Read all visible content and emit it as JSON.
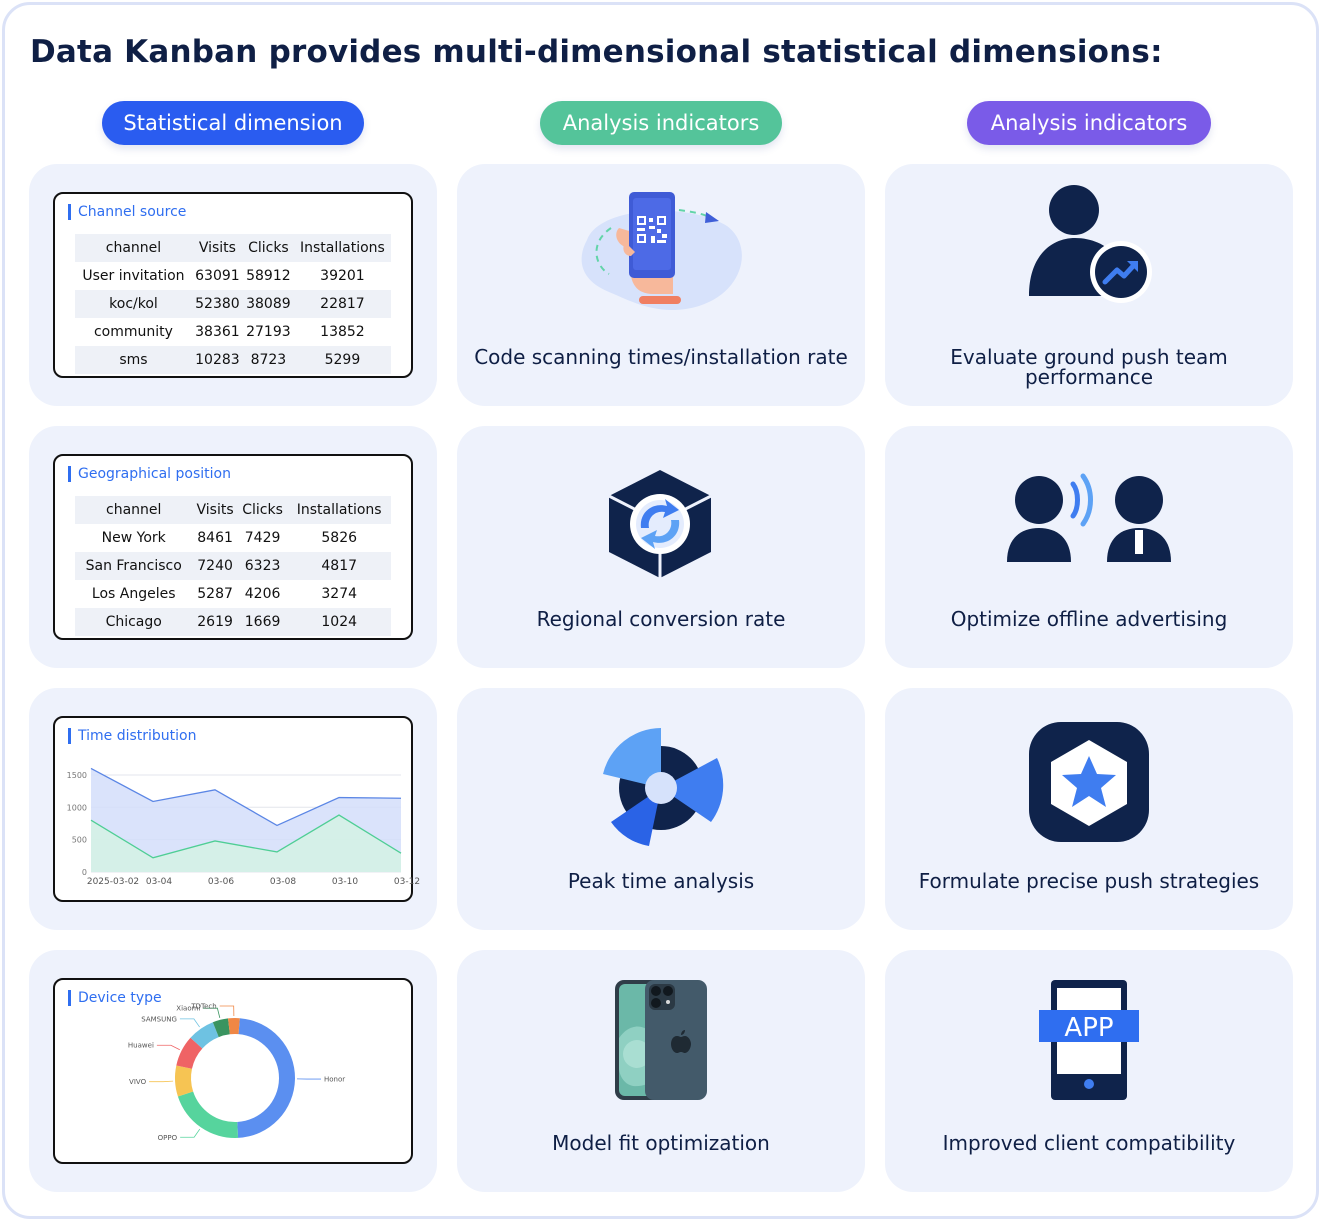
{
  "title": "Data Kanban provides multi-dimensional statistical dimensions:",
  "pills": [
    "Statistical dimension",
    "Analysis indicators",
    "Analysis indicators"
  ],
  "channel_source": {
    "title": "Channel source",
    "headers": [
      "channel",
      "Visits",
      "Clicks",
      "Installations"
    ],
    "rows": [
      [
        "User invitation",
        "63091",
        "58912",
        "39201"
      ],
      [
        "koc/kol",
        "52380",
        "38089",
        "22817"
      ],
      [
        "community",
        "38361",
        "27193",
        "13852"
      ],
      [
        "sms",
        "10283",
        "8723",
        "5299"
      ]
    ]
  },
  "geo_position": {
    "title": "Geographical position",
    "headers": [
      "channel",
      "Visits",
      "Clicks",
      "Installations"
    ],
    "rows": [
      [
        "New York",
        "8461",
        "7429",
        "5826"
      ],
      [
        "San Francisco",
        "7240",
        "6323",
        "4817"
      ],
      [
        "Los Angeles",
        "5287",
        "4206",
        "3274"
      ],
      [
        "Chicago",
        "2619",
        "1669",
        "1024"
      ]
    ]
  },
  "time_distribution": {
    "title": "Time distribution"
  },
  "device_type": {
    "title": "Device type"
  },
  "chart_data": [
    {
      "type": "area",
      "x": [
        "2025-03-02",
        "03-04",
        "03-06",
        "03-08",
        "03-10",
        "03-12"
      ],
      "series": [
        {
          "values": [
            1600,
            1090,
            1270,
            720,
            1150,
            1140
          ],
          "color": "#5b86e5",
          "fill": "#d3defa"
        },
        {
          "values": [
            800,
            220,
            480,
            310,
            880,
            290
          ],
          "color": "#4fce95",
          "fill": "#d4f2e4"
        }
      ],
      "yticks": [
        "0",
        "500",
        "1000",
        "1500"
      ],
      "ylim": [
        0,
        1700
      ],
      "grid": true
    },
    {
      "type": "pie",
      "donut": true,
      "categories": [
        "Honor",
        "OPPO",
        "VIVO",
        "Huawei",
        "SAMSUNG",
        "Xiaomi",
        "TDTech"
      ],
      "values": [
        46,
        20,
        8,
        8,
        7,
        4,
        3
      ],
      "colors": [
        "#5b8ff0",
        "#56d49d",
        "#f6c453",
        "#ef6365",
        "#6ec2e2",
        "#3a9460",
        "#f08745"
      ]
    }
  ],
  "indicators": [
    {
      "label": "Code scanning times/installation rate",
      "icon": "qr-scan-phone-icon"
    },
    {
      "label": "Evaluate ground push team performance",
      "icon": "user-trend-icon"
    },
    {
      "label": "Regional conversion rate",
      "icon": "cube-refresh-icon"
    },
    {
      "label": "Optimize offline advertising",
      "icon": "broadcast-people-icon"
    },
    {
      "label": "Peak time analysis",
      "icon": "fan-icon"
    },
    {
      "label": "Formulate precise push strategies",
      "icon": "star-badge-icon"
    },
    {
      "label": "Model fit optimization",
      "icon": "smartphone-icon"
    },
    {
      "label": "Improved client compatibility",
      "icon": "app-phone-icon"
    }
  ],
  "app_badge": "APP"
}
